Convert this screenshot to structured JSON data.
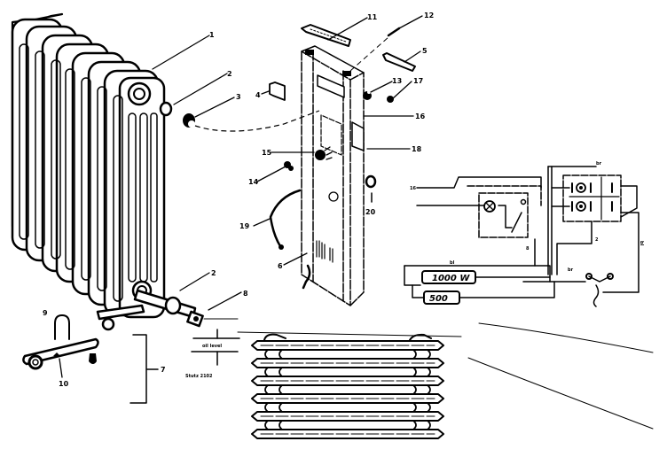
{
  "diagram": {
    "title": "Oil-filled radiator heater — exploded parts view with wiring diagram",
    "background_color": "#ffffff",
    "ink_color": "#000000",
    "part_callouts": [
      {
        "id": "p1",
        "text": "1",
        "refers_to": "radiator-body"
      },
      {
        "id": "p2a",
        "text": "2",
        "refers_to": "upper-gasket"
      },
      {
        "id": "p2b",
        "text": "2",
        "refers_to": "lower-gasket"
      },
      {
        "id": "p3",
        "text": "3",
        "refers_to": "plug-screw"
      },
      {
        "id": "p4",
        "text": "4",
        "refers_to": "bracket-clip"
      },
      {
        "id": "p5",
        "text": "5",
        "refers_to": "knob-cap"
      },
      {
        "id": "p6",
        "text": "6",
        "refers_to": "control-panel-housing"
      },
      {
        "id": "p7",
        "text": "7",
        "refers_to": "wheel-assembly-group"
      },
      {
        "id": "p8",
        "text": "8",
        "refers_to": "heating-element-nut"
      },
      {
        "id": "p9",
        "text": "9",
        "refers_to": "caster-u-bolt"
      },
      {
        "id": "p10",
        "text": "10",
        "refers_to": "caster-wing-nut"
      },
      {
        "id": "p11",
        "text": "11",
        "refers_to": "top-grille"
      },
      {
        "id": "p12",
        "text": "12",
        "refers_to": "screw"
      },
      {
        "id": "p13",
        "text": "13",
        "refers_to": "thermostat"
      },
      {
        "id": "p14",
        "text": "14",
        "refers_to": "cord-clamp"
      },
      {
        "id": "p15",
        "text": "15",
        "refers_to": "switch"
      },
      {
        "id": "p16",
        "text": "16",
        "refers_to": "panel-plate"
      },
      {
        "id": "p17",
        "text": "17",
        "refers_to": "knob"
      },
      {
        "id": "p18",
        "text": "18",
        "refers_to": "side-plate"
      },
      {
        "id": "p19",
        "text": "19",
        "refers_to": "power-cord"
      },
      {
        "id": "p20",
        "text": "20",
        "refers_to": "indicator-lamp"
      }
    ],
    "wiring": {
      "element_high": "1000 W",
      "element_low": "500",
      "wire_labels": [
        "bl",
        "br",
        "2",
        "bl",
        "br"
      ],
      "terminal_marks": [
        "8",
        "16"
      ]
    },
    "level_marker": {
      "line_label": "oil level",
      "caption": "Stutz 2102"
    }
  }
}
